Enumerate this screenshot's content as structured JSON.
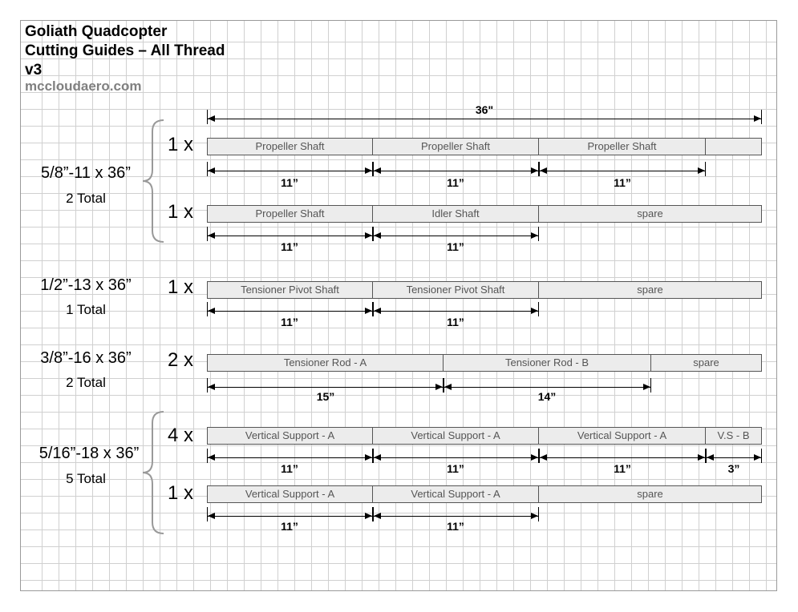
{
  "header": {
    "title_line1": "Goliath Quadcopter",
    "title_line2": "Cutting Guides – All Thread",
    "version": "v3",
    "website": "mccloudaero.com"
  },
  "overall": {
    "length_label": "36\""
  },
  "groups": [
    {
      "spec": "5/8”-11 x 36”",
      "total": "2 Total",
      "rows": [
        {
          "qty": "1 x",
          "segments": [
            "Propeller Shaft",
            "Propeller Shaft",
            "Propeller Shaft",
            ""
          ],
          "dims": [
            "11”",
            "11”",
            "11”"
          ]
        },
        {
          "qty": "1 x",
          "segments": [
            "Propeller Shaft",
            "Idler Shaft",
            "spare"
          ],
          "dims": [
            "11”",
            "11”"
          ]
        }
      ]
    },
    {
      "spec": "1/2”-13 x 36”",
      "total": "1 Total",
      "rows": [
        {
          "qty": "1 x",
          "segments": [
            "Tensioner Pivot Shaft",
            "Tensioner Pivot Shaft",
            "spare"
          ],
          "dims": [
            "11”",
            "11”"
          ]
        }
      ]
    },
    {
      "spec": "3/8”-16 x 36”",
      "total": "2 Total",
      "rows": [
        {
          "qty": "2 x",
          "segments": [
            "Tensioner Rod - A",
            "Tensioner Rod - B",
            "spare"
          ],
          "dims": [
            "15”",
            "14”"
          ]
        }
      ]
    },
    {
      "spec": "5/16”-18 x 36”",
      "total": "5 Total",
      "rows": [
        {
          "qty": "4 x",
          "segments": [
            "Vertical Support - A",
            "Vertical Support - A",
            "Vertical Support - A",
            "V.S - B"
          ],
          "dims": [
            "11”",
            "11”",
            "11”",
            "3”"
          ]
        },
        {
          "qty": "1 x",
          "segments": [
            "Vertical Support - A",
            "Vertical Support - A",
            "spare"
          ],
          "dims": [
            "11”",
            "11”"
          ]
        }
      ]
    }
  ]
}
